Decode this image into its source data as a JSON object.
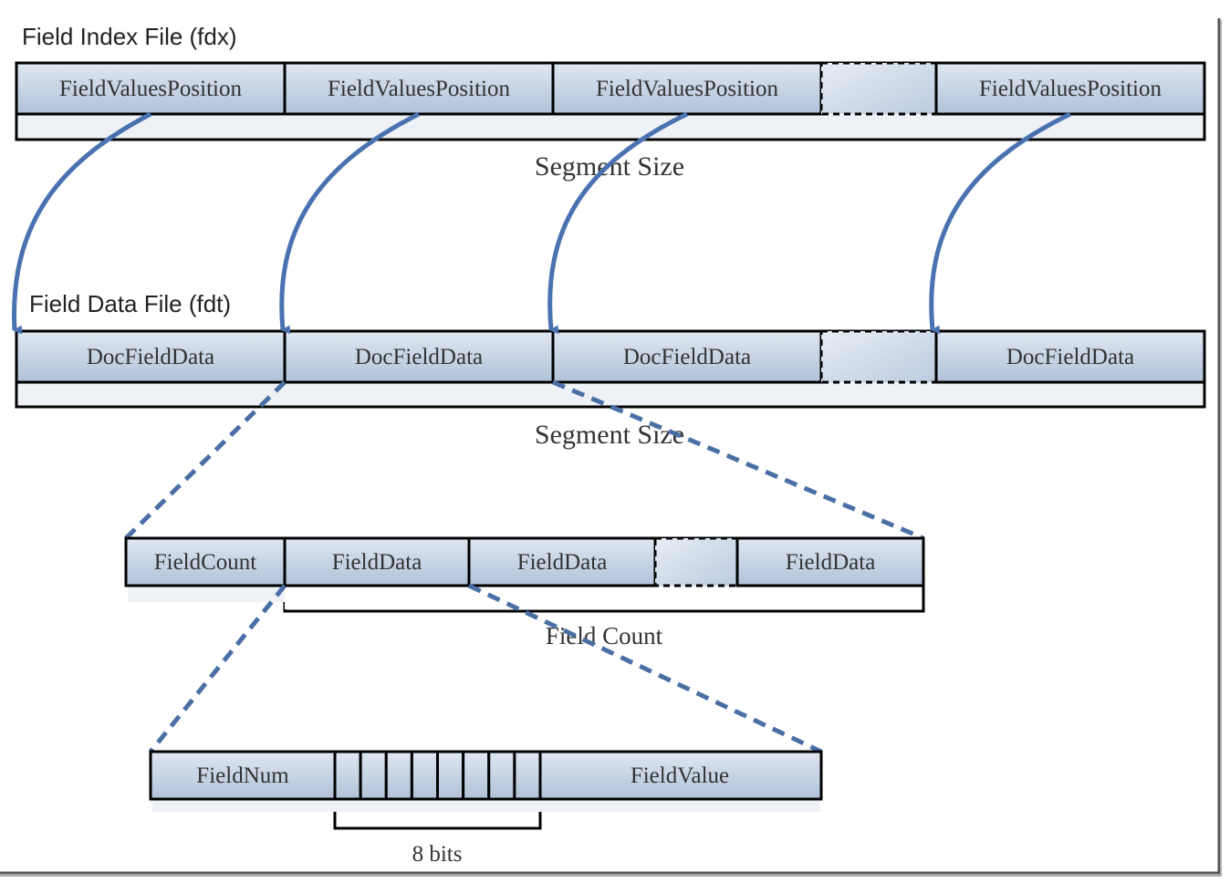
{
  "fdx": {
    "title": "Field Index File (fdx)",
    "cells": [
      "FieldValuesPosition",
      "FieldValuesPosition",
      "FieldValuesPosition",
      "",
      "FieldValuesPosition"
    ],
    "span_label": "Segment Size"
  },
  "fdt": {
    "title": "Field Data File (fdt)",
    "cells": [
      "DocFieldData",
      "DocFieldData",
      "DocFieldData",
      "",
      "DocFieldData"
    ],
    "span_label": "Segment Size"
  },
  "doc": {
    "cells": [
      "FieldCount",
      "FieldData",
      "FieldData",
      "",
      "FieldData"
    ],
    "span_label": "Field Count"
  },
  "field": {
    "cells": [
      "FieldNum",
      "FieldValue"
    ],
    "bit_count": 8,
    "span_label": "8 bits"
  },
  "colors": {
    "cell_fill_top": "#dbe4ef",
    "cell_fill_bottom": "#b3c4da",
    "arrow": "#4a72b0",
    "dashed_connector": "#4a6fa5",
    "border": "#000000"
  }
}
